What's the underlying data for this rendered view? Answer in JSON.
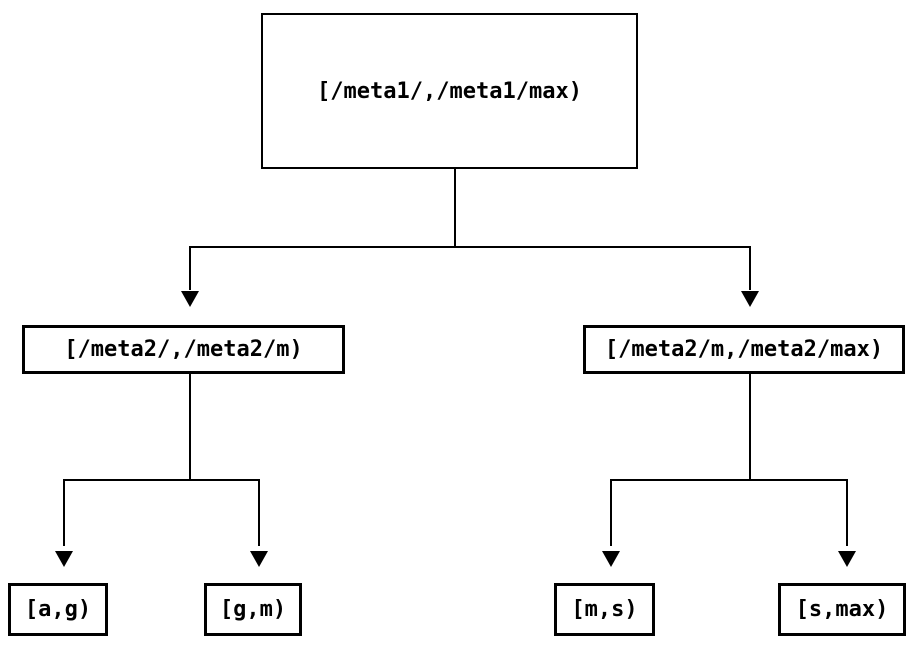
{
  "page": {
    "background_color": "#ffffff"
  },
  "diagram": {
    "type": "tree",
    "orientation": "top-down",
    "stroke_color": "#000000",
    "text_color": "#000000",
    "node_background": "#ffffff",
    "root": {
      "label": "[/meta1/,/meta1/max)"
    },
    "children": [
      {
        "label": "[/meta2/,/meta2/m)",
        "children": [
          {
            "label": "[a,g)"
          },
          {
            "label": "[g,m)"
          }
        ]
      },
      {
        "label": "[/meta2/m,/meta2/max)",
        "children": [
          {
            "label": "[m,s)"
          },
          {
            "label": "[s,max)"
          }
        ]
      }
    ]
  }
}
